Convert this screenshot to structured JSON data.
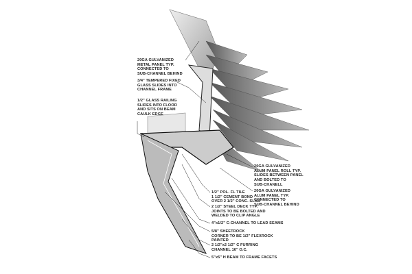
{
  "labels": {
    "metal_panel": [
      "20GA GULVANIZED",
      "METAL PANEL TYP.",
      "CONNECTED TO",
      "SUB-CHANNEL BEHIND"
    ],
    "tempered_glass": [
      "3/4\" TEMPERED FIXED",
      "GLASS SLIDES INTO",
      "CHANNEL FRAME"
    ],
    "glass_railing": [
      "1/2\" GLASS RAILING",
      "SLIDES INTO FLOOR",
      "AND SITS ON BEAM",
      "CAULK EDGE"
    ],
    "panel_roll": [
      "20GA GULVANIZED",
      "ALUM PANEL ROLL TYP.",
      "SLIDES BETWEEN PANEL",
      "AND BOLTED TO",
      "SUB-CHANELL"
    ],
    "alum_panel": [
      "20GA GULVANIZED",
      "ALUM PANEL TYP.",
      "CONNECTED TO",
      "SUB-CHANNEL BEHIND"
    ],
    "floor_tile": [
      "1/2\" POL. FL TILE",
      "1 1/2\" CEMENT BOND",
      "OVER 2 1/2\" CONC. SLAB"
    ],
    "steel_deck": [
      "2 1/2\" STEEL DECK TYP.",
      "JOINTS TO BE BOLTED AND",
      "WELDED TO CLIP ANGLE"
    ],
    "c_channel": [
      "4\"x1/2\" C-CHANNEL TO LEAD SEAMS"
    ],
    "sheetrock": [
      "5/8\" SHEETROCK",
      "CORNER TO BE 1/2\" FLEXROCK",
      "PAINTED"
    ],
    "furring": [
      "2 1/2\"x2 1/2\" C FURRING",
      "CHANNEL 16\" O.C."
    ],
    "h_beam": [
      "5\"x5\" H BEAM TO FRAME FACETS"
    ]
  }
}
